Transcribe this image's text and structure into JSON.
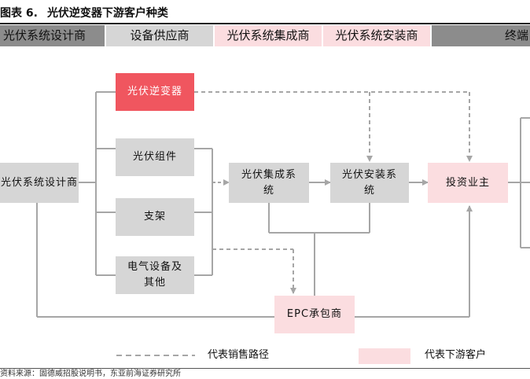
{
  "title": {
    "figure_no": "图表 6.",
    "text": "光伏逆变器下游客户种类"
  },
  "header": {
    "designer": "光伏系统设计商",
    "supplier": "设备供应商",
    "integrator": "光伏系统集成商",
    "installer": "光伏系统安装商",
    "end": "终端"
  },
  "nodes": {
    "designer": "光伏系统设计商",
    "inverter": "光伏逆变器",
    "module": "光伏组件",
    "bracket": "支架",
    "electrical": "电气设备及其他",
    "integrator": "光伏集成系统",
    "installer": "光伏安装系统",
    "investor": "投资业主",
    "epc": "EPC承包商"
  },
  "legend": {
    "sales_path": "代表销售路径",
    "downstream": "代表下游客户"
  },
  "source": "资料来源：固德威招股说明书，东亚前海证券研究所",
  "colors": {
    "highlight_red": "#f0565f",
    "customer_pink": "#fbdde0",
    "node_grey": "#d6d6d6",
    "header_dark": "#8c8c8c",
    "line_grey": "#a6a6a6"
  }
}
